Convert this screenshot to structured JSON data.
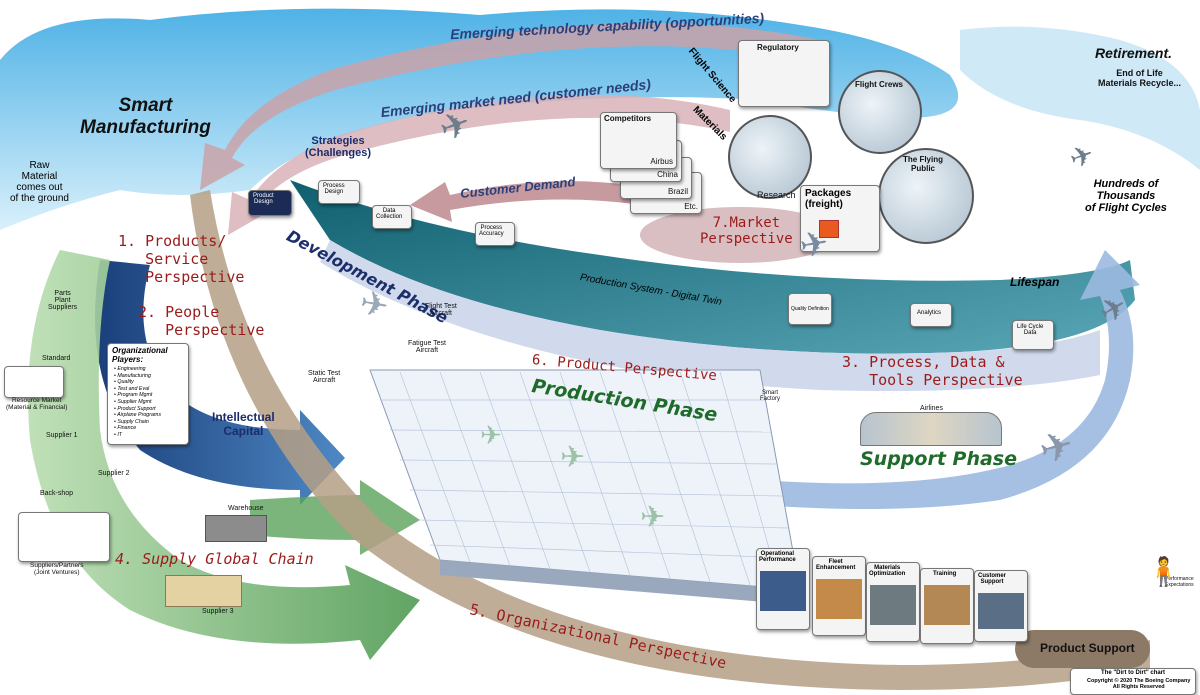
{
  "smart_manufacturing": "Smart\nManufacturing",
  "raw_material": "Raw\nMaterial\ncomes out\nof the ground",
  "emerging_tech": "Emerging technology capability (opportunities)",
  "emerging_market": "Emerging market need (customer needs)",
  "customer_demand": "Customer Demand",
  "strategies": "Strategies\n(Challenges)",
  "regulatory": "Regulatory",
  "flight_science": "Flight Science",
  "materials": "Materials",
  "research": "Research",
  "competitors": "Competitors",
  "competitor_cards": [
    "Airbus",
    "China",
    "Brazil",
    "Etc."
  ],
  "flight_crews": "Flight Crews",
  "flying_public": "The Flying\nPublic",
  "packages": "Packages\n(freight)",
  "retirement": "Retirement.",
  "end_of_life": "End of Life\nMaterials Recycle...",
  "hundreds": "Hundreds of\nThousands\nof Flight Cycles",
  "lifespan": "Lifespan",
  "perspectives": {
    "p1": "1. Products/\n   Service\n   Perspective",
    "p2": "2. People\n   Perspective",
    "p3": "3. Process, Data &\n   Tools Perspective",
    "p4": "4. Supply Global Chain",
    "p5": "5. Organizational Perspective",
    "p6": "6. Product Perspective",
    "p7": "7.Market\nPerspective"
  },
  "phases": {
    "development": "Development Phase",
    "production": "Production Phase",
    "support": "Support Phase"
  },
  "dev_boxes": [
    "Product\nDesign",
    "Process\nDesign",
    "Data\nCollection",
    "Process\nAccuracy"
  ],
  "production_system": "Production System - Digital Twin",
  "process_labels": [
    "Quality Definition",
    "Analytics",
    "Life Cycle\nData",
    "Smart\nFactory"
  ],
  "aircraft_labels": {
    "flight_test": "Flight Test\nAircraft",
    "fatigue_test": "Fatigue Test\nAircraft",
    "static_test": "Static Test\nAircraft"
  },
  "org_players": {
    "title": "Organizational\nPlayers:",
    "items": [
      "Engineering",
      "Manufacturing",
      "Quality",
      "Test and Eval",
      "Program Mgmt",
      "Supplier Mgmt",
      "Product Support",
      "Airplane Programs",
      "Supply Chain",
      "Finance",
      "IT"
    ]
  },
  "intellectual_capital": "Intellectual\nCapital",
  "supply_labels": {
    "parts": "Parts\nPlant\nSuppliers",
    "standard": "Standard",
    "resource_market": "Resource Market\n(Material & Financial)",
    "supplier1": "Supplier 1",
    "supplier2": "Supplier 2",
    "backshop": "Back-shop",
    "partners": "Suppliers/Partners\n(Joint Ventures)",
    "warehouse": "Warehouse",
    "supplier3": "Supplier 3"
  },
  "airlines": "Airlines",
  "support_cards": [
    "Operational\nPerformance",
    "Fleet\nEnhancement",
    "Materials\nOptimization",
    "Training",
    "Customer\nSupport"
  ],
  "product_support": "Product Support",
  "performance_expectations": "Performance\nExpectations",
  "footer": {
    "title": "The \"Dirt to Dirt\" chart",
    "copyright": "Copyright © 2020 The Boeing Company\nAll Rights Reserved"
  },
  "colors": {
    "sky": "#7fc6ea",
    "dev_band": "#1c7b8a",
    "prod_band": "#2a5e8c",
    "support_band": "#9bb9e0",
    "supply_band": "#a6d39b",
    "org_band": "#b59f86",
    "arrow_pink": "#cfa0a6",
    "perspective_text": "#9b1b1b",
    "phase_green": "#1f6b2a",
    "phase_navy": "#1d2f6b"
  }
}
